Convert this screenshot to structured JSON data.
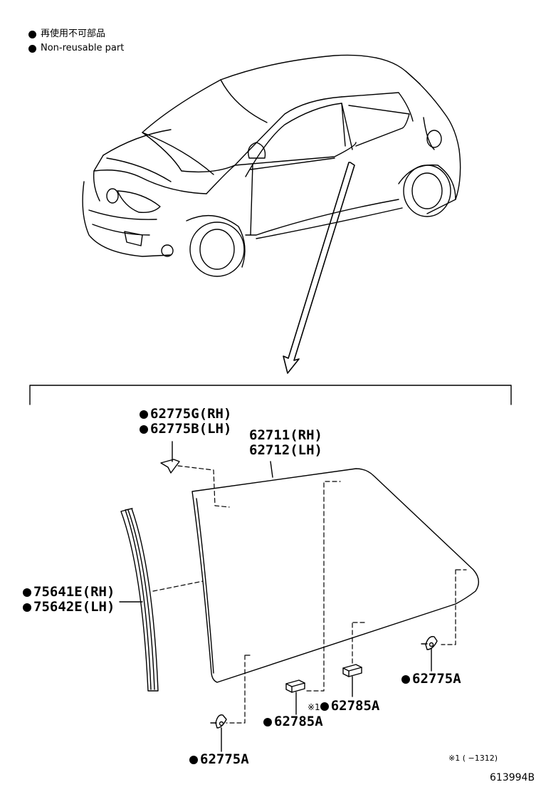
{
  "legend": {
    "jp": "再使用不可部品",
    "en": "Non-reusable part"
  },
  "labels": {
    "hook_rh": "62775G(RH)",
    "hook_lh": "62775B(LH)",
    "glass_rh": "62711(RH)",
    "glass_lh": "62712(LH)",
    "channel_rh": "75641E(RH)",
    "channel_lh": "75642E(LH)",
    "clip_right": "62775A",
    "clip_left": "62775A",
    "spacer_right": "62785A",
    "spacer_left": "62785A",
    "note_mark": "※1"
  },
  "footnote": "※1 (      −1312)",
  "diagram_ref": "613994B"
}
